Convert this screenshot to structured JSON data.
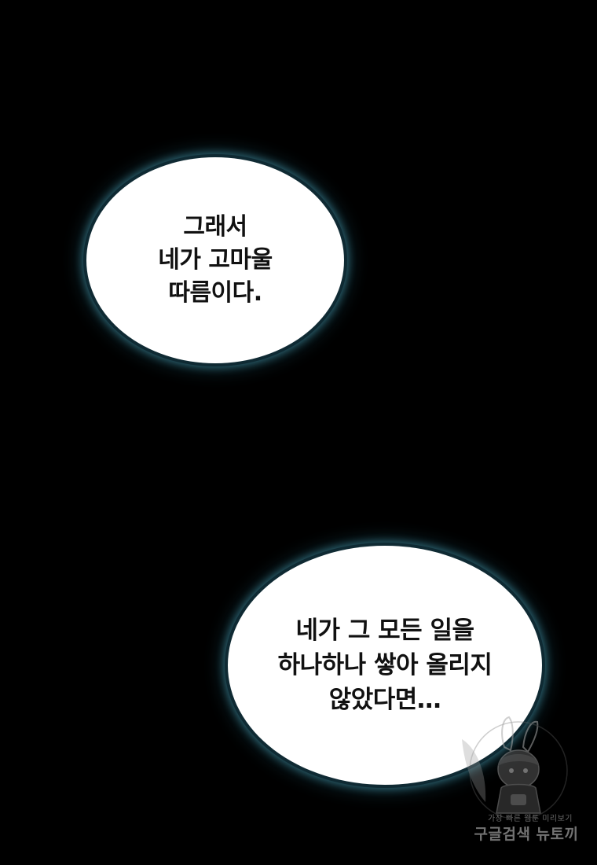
{
  "bubbles": [
    {
      "lines": [
        "그래서",
        "네가 고마울",
        "따름이다."
      ]
    },
    {
      "lines": [
        "네가 그 모든 일을",
        "하나하나 쌓아 올리지",
        "않았다면…"
      ]
    }
  ],
  "watermark": {
    "tagline": "가장 빠른 웹툰 미리보기",
    "brand": "구글검색 뉴토끼"
  },
  "colors": {
    "background": "#000000",
    "bubble_fill": "#ffffff",
    "bubble_glow": "#4696aa",
    "text": "#111111"
  }
}
